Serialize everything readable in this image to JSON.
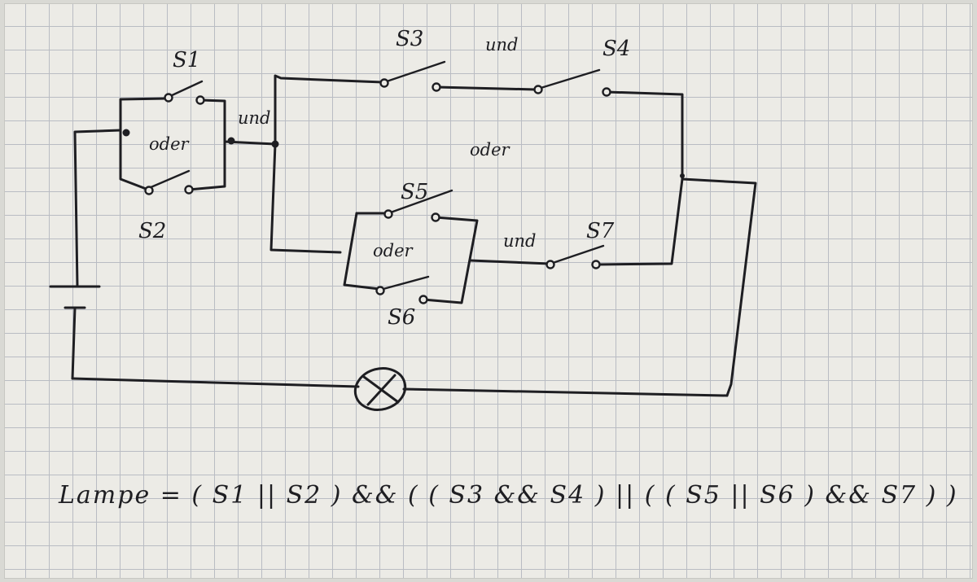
{
  "labels": {
    "s1": "S1",
    "s2": "S2",
    "s3": "S3",
    "s4": "S4",
    "s5": "S5",
    "s6": "S6",
    "s7": "S7"
  },
  "words": {
    "oder_1": "oder",
    "oder_2": "oder",
    "oder_3": "oder",
    "und_1": "und",
    "und_2": "und",
    "und_3": "und"
  },
  "formula": {
    "text": "Lampe = ( S1 || S2 ) && ( ( S3 && S4 ) || ( ( S5 || S6 ) && S7 ) )"
  },
  "colors": {
    "paper": "#ecebe6",
    "grid": "#b9bcc3",
    "ink": "#1e1e22"
  }
}
